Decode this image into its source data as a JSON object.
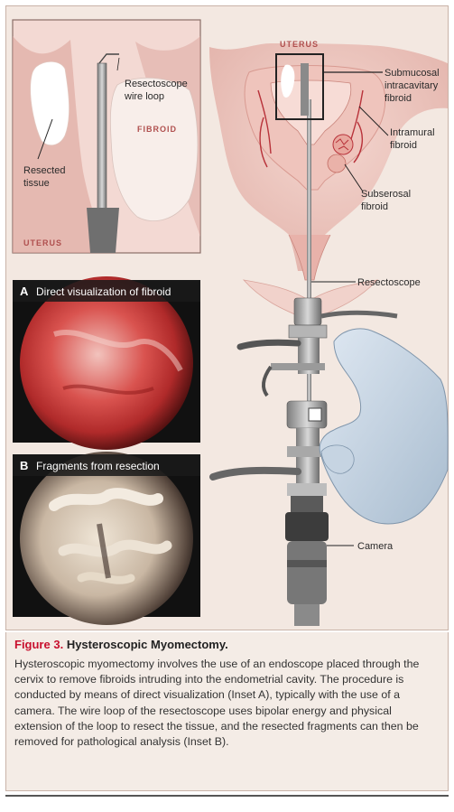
{
  "figure": {
    "inset_top": {
      "uterus_label": "UTERUS",
      "fibroid_label": "FIBROID",
      "resectoscope_label_line1": "Resectoscope",
      "resectoscope_label_line2": "wire loop",
      "resected_label_line1": "Resected",
      "resected_label_line2": "tissue"
    },
    "main": {
      "uterus_label": "UTERUS",
      "submucosal_line1": "Submucosal",
      "submucosal_line2": "intracavitary",
      "submucosal_line3": "fibroid",
      "intramural_line1": "Intramural",
      "intramural_line2": "fibroid",
      "subserosal_line1": "Subserosal",
      "subserosal_line2": "fibroid",
      "resectoscope_label": "Resectoscope",
      "camera_label": "Camera"
    },
    "panel_a": {
      "letter": "A",
      "title": "Direct visualization of fibroid"
    },
    "panel_b": {
      "letter": "B",
      "title": "Fragments from resection"
    }
  },
  "caption": {
    "figure_number": "Figure 3.",
    "figure_title": "Hysteroscopic Myomectomy.",
    "body": "Hysteroscopic myomectomy involves the use of an endoscope placed through the cervix to remove fibroids intruding into the endometrial cavity. The procedure is conducted by means of direct visualization (Inset A), typically with the use of a camera. The wire loop of the resectoscope uses bipolar energy and physical extension of the loop to resect the tissue, and the resected fragments can then be removed for pathological analysis (Inset B)."
  },
  "colors": {
    "accent_red": "#c8102e",
    "tissue_pink": "#e7b5ae",
    "background_cream": "#f3e8e1"
  }
}
